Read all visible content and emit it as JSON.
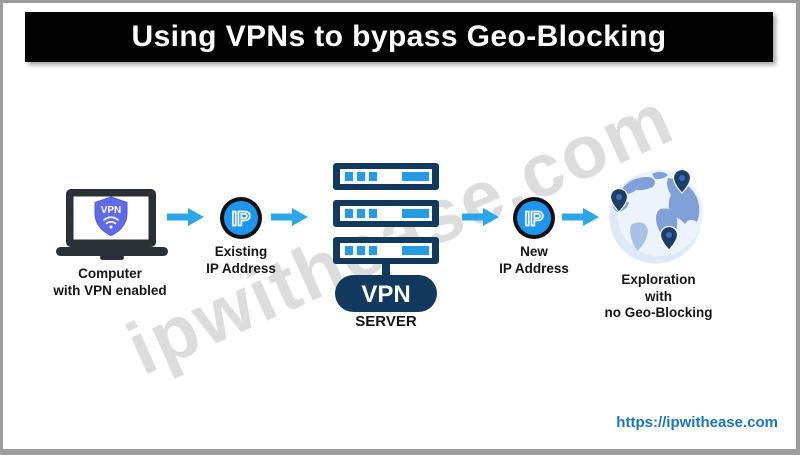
{
  "header": {
    "title": "Using VPNs to bypass Geo-Blocking"
  },
  "watermark": "ipwithease.com",
  "footer": {
    "url": "https://ipwithease.com"
  },
  "diagram": {
    "computer": {
      "shield_label": "VPN",
      "caption_line1": "Computer",
      "caption_line2": "with VPN enabled"
    },
    "existing_ip": {
      "badge": "IP",
      "caption_line1": "Existing",
      "caption_line2": "IP Address"
    },
    "server": {
      "pill_label": "VPN",
      "caption": "SERVER"
    },
    "new_ip": {
      "badge": "IP",
      "caption_line1": "New",
      "caption_line2": "IP Address"
    },
    "globe": {
      "caption_line1": "Exploration",
      "caption_line2": "with",
      "caption_line3": "no Geo-Blocking"
    }
  },
  "colors": {
    "arrow": "#2BA7E8",
    "ip_badge_ring": "#111111",
    "ip_badge_fill": "#1E96F0",
    "server_navy": "#123A5F",
    "server_accent": "#259BE5",
    "laptop_body": "#2B2F36",
    "shield": "#5F6BE8",
    "globe_base": "#DEE9F7",
    "globe_land": "#7FA0D8",
    "pin": "#1C3E6B",
    "url_blue": "#1B75BC",
    "header_bg": "#020202"
  }
}
